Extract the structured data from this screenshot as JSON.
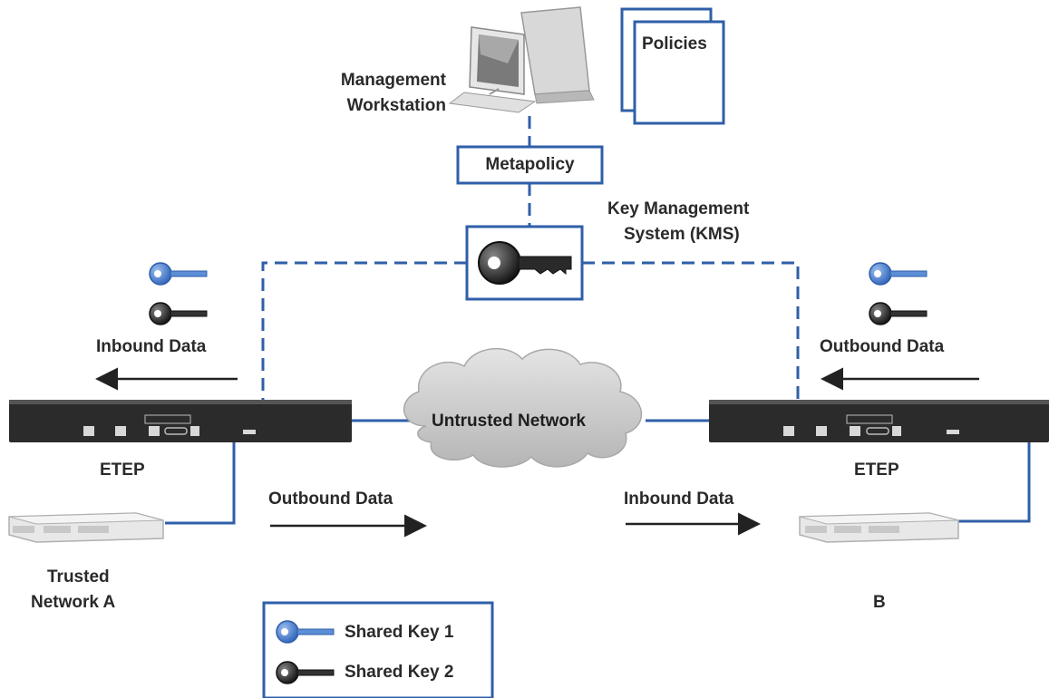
{
  "labels": {
    "management_line1": "Management",
    "management_line2": "Workstation",
    "policies": "Policies",
    "metapolicy": "Metapolicy",
    "kms_line1": "Key Management",
    "kms_line2": "System (KMS)",
    "left_inbound": "Inbound Data",
    "right_outbound": "Outbound Data",
    "untrusted_network": "Untrusted Network",
    "etep_left": "ETEP",
    "etep_right": "ETEP",
    "bottom_outbound": "Outbound Data",
    "bottom_inbound": "Inbound Data",
    "trusted_line1": "Trusted",
    "trusted_line2": "Network A",
    "network_b": "B"
  },
  "legend": {
    "items": [
      {
        "label": "Shared Key 1",
        "icon": "blue-key-icon"
      },
      {
        "label": "Shared Key 2",
        "icon": "black-key-icon"
      }
    ]
  },
  "colors": {
    "accent_blue": "#2f5fa8",
    "key_blue": "#4a7fd0",
    "device_dark": "#2b2b2b",
    "cloud_gray": "#c9c9c9"
  }
}
